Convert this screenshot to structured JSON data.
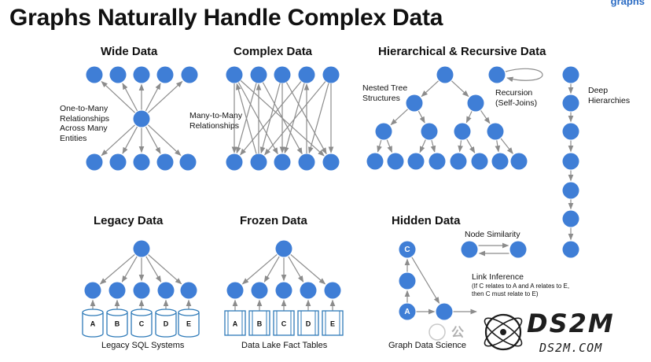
{
  "title": "Graphs Naturally Handle Complex Data",
  "corner_tag": "graphs",
  "sections": {
    "wide": {
      "title": "Wide Data",
      "label": "One-to-Many\nRelationships\nAcross Many\nEntities"
    },
    "complex": {
      "title": "Complex Data",
      "label": "Many-to-Many\nRelationships"
    },
    "hier": {
      "title": "Hierarchical & Recursive Data",
      "nested_label": "Nested Tree\nStructures",
      "recursion_label": "Recursion\n(Self-Joins)",
      "deep_label": "Deep\nHierarchies"
    },
    "legacy": {
      "title": "Legacy Data",
      "bottom": "Legacy SQL Systems",
      "tables": [
        "A",
        "B",
        "C",
        "D",
        "E"
      ]
    },
    "frozen": {
      "title": "Frozen Data",
      "bottom": "Data Lake Fact Tables",
      "tables": [
        "A",
        "B",
        "C",
        "D",
        "E"
      ]
    },
    "hidden": {
      "title": "Hidden Data",
      "similarity_label": "Node Similarity",
      "link_title": "Link Inference",
      "link_note": "(If C relates to A and A relates to E,\nthen C must relate to E)",
      "node_c": "C",
      "node_a": "A",
      "bottom": "Graph Data Science"
    }
  },
  "watermark": {
    "big": "DS2M",
    "small": "DS2M.COM",
    "chat_glyph": "公"
  },
  "colors": {
    "node": "#3f7ed6",
    "arrow": "#8c8c8c",
    "cylinder": "#2e7ab8",
    "text": "#111111"
  }
}
